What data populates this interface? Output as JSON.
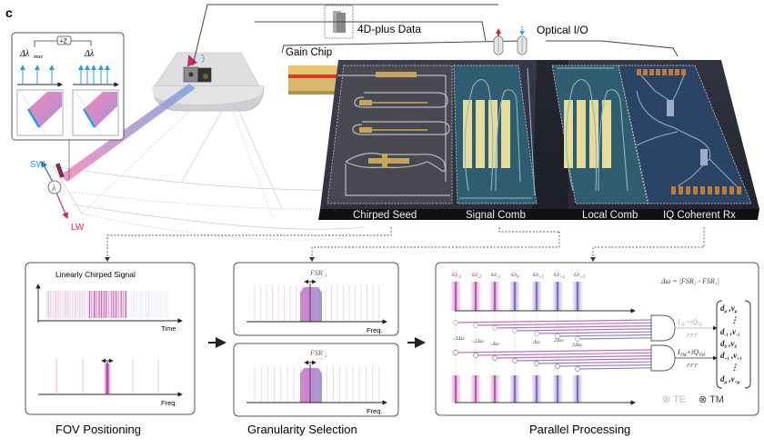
{
  "panel_label": "c",
  "inset": {
    "top_op": "+Z",
    "left_label": "Δλ",
    "left_sub": "max",
    "right_label": "Δλ"
  },
  "scanner": {
    "sw_label": "SW",
    "lw_label": "LW",
    "lambda_symbol": "λ"
  },
  "callouts": {
    "data_label": "4D-plus Data",
    "optical_io_label": "Optical I/O",
    "gain_chip_label": "Gain Chip"
  },
  "chip": {
    "sections": [
      {
        "label": "Chirped Seed"
      },
      {
        "label": "Signal Comb"
      },
      {
        "label": "Local Comb"
      },
      {
        "label": "IQ Coherent Rx"
      }
    ]
  },
  "panels": {
    "fov": {
      "title": "Linearly Chirped Signal",
      "time_axis": "Time",
      "freq_axis": "Freq.",
      "caption": "FOV Positioning"
    },
    "granularity": {
      "top_label": "FSR",
      "top_sub": "1",
      "bottom_label": "FSR",
      "bottom_sub": "2",
      "freq_axis_top": "Freq.",
      "freq_axis_bottom": "Freq.",
      "caption": "Granularity Selection"
    },
    "parallel": {
      "omegas": [
        {
          "base": "ω",
          "sub": "-3"
        },
        {
          "base": "ω",
          "sub": "-2"
        },
        {
          "base": "ω",
          "sub": "-1"
        },
        {
          "base": "ω",
          "sub": "0"
        },
        {
          "base": "ω",
          "sub": "+1"
        },
        {
          "base": "ω",
          "sub": "+2"
        },
        {
          "base": "ω",
          "sub": "+3"
        }
      ],
      "deltas": [
        "-3Δω",
        "-2Δω",
        "-Δω",
        "Δω",
        "2Δω",
        "3Δω"
      ],
      "equation": "Δω = |FSR₂ - FSR₁|",
      "te_signal": "I_TE+iQ_TE",
      "te_signal_main": "I",
      "te_signal_sub1": "TE",
      "te_signal_mid": "+iQ",
      "te_signal_sub2": "TE",
      "tm_signal_main": "I",
      "tm_signal_sub1": "TM",
      "tm_signal_mid": "+iQ",
      "tm_signal_sub2": "TM",
      "fft_label_1": "FFT",
      "fft_label_2": "FFT",
      "matrix_rows": [
        {
          "d": "d",
          "ds": "μ",
          "v": "v",
          "vs": "μ"
        },
        {
          "d": "⋮",
          "ds": "",
          "v": "",
          "vs": ""
        },
        {
          "d": "d",
          "ds": "-1",
          "v": "v",
          "vs": "-1"
        },
        {
          "d": "d",
          "ds": "0",
          "v": "v",
          "vs": "0"
        },
        {
          "d": "d",
          "ds": "+1",
          "v": "v",
          "vs": "+1"
        },
        {
          "d": "⋮",
          "ds": "",
          "v": "",
          "vs": ""
        },
        {
          "d": "d",
          "ds": "μ",
          "v": "v",
          "vs": "+μ"
        }
      ],
      "legend_te": "⊗ TE",
      "legend_tm": "⊗ TM",
      "caption": "Parallel Processing"
    }
  },
  "colors": {
    "sw": "#2f9be0",
    "lw": "#e0245e",
    "chip_dark": "#2a2d3a",
    "comb_teal": "#2d5d6e",
    "rx_blue": "#2b4466",
    "gold": "#d8b86a",
    "magenta": "#b0309a",
    "violet": "#5b4bb5"
  }
}
